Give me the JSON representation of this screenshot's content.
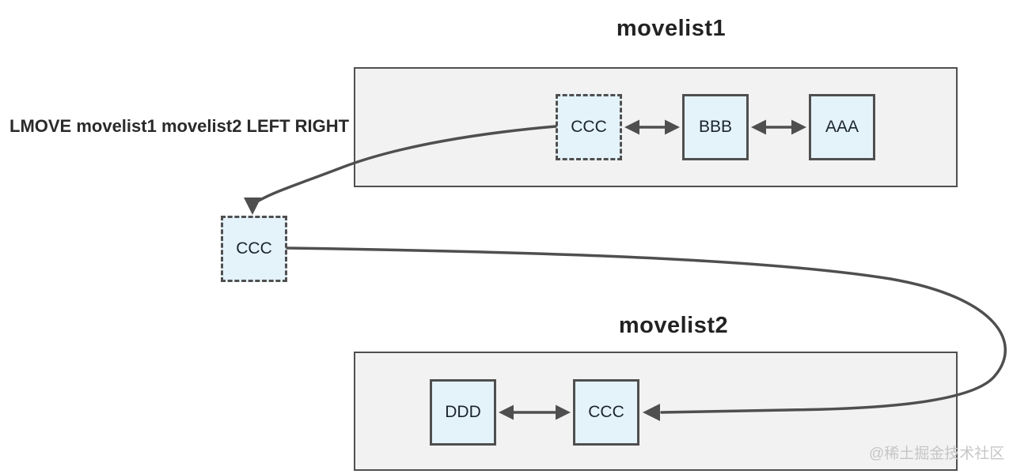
{
  "diagram": {
    "command": "LMOVE movelist1 movelist2 LEFT RIGHT",
    "lists": [
      {
        "name": "movelist1",
        "items": [
          "CCC",
          "BBB",
          "AAA"
        ]
      },
      {
        "name": "movelist2",
        "items": [
          "DDD",
          "CCC"
        ]
      }
    ],
    "moved_item": "CCC",
    "watermark": "@稀土掘金技术社区",
    "colors": {
      "stroke": "#4f4f4f",
      "container_fill": "#f2f2f2",
      "node_fill": "#e4f2fa",
      "title_text": "#222222",
      "node_text": "#1b2430",
      "watermark_text": "#c6c6c6"
    }
  }
}
